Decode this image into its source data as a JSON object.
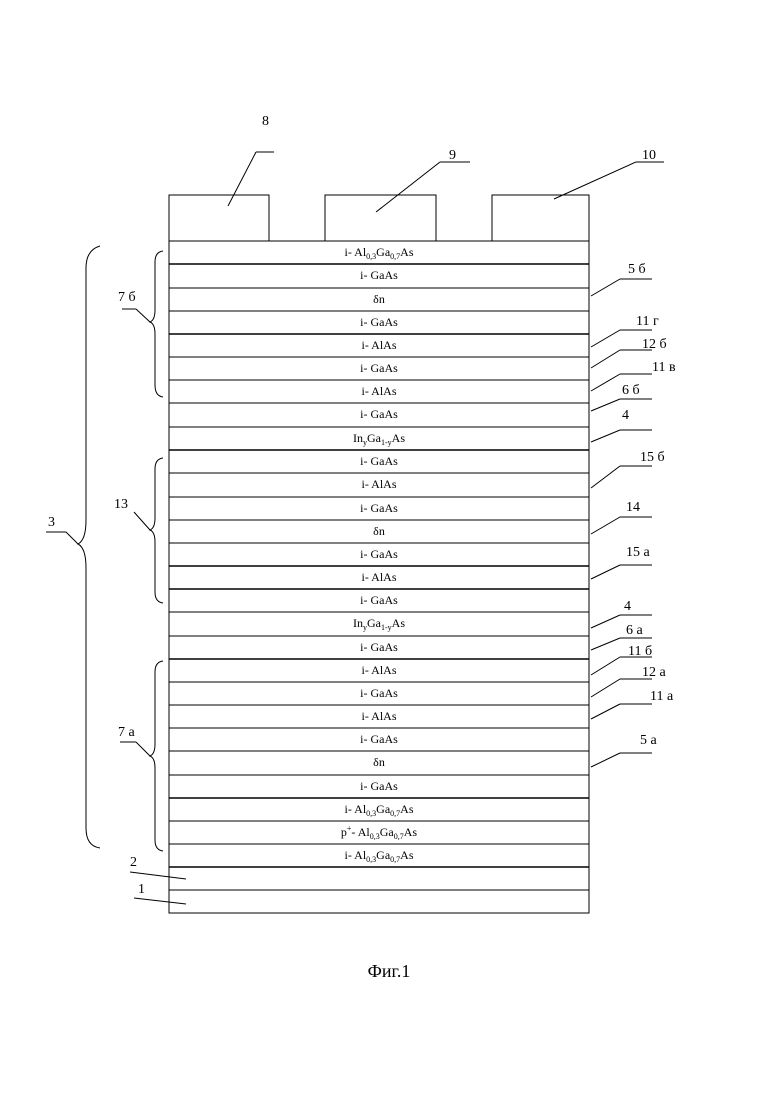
{
  "figure": {
    "caption": "Фиг.1"
  },
  "contacts": [
    {
      "num": "8",
      "name": "contact-8"
    },
    {
      "num": "9",
      "name": "contact-9"
    },
    {
      "num": "10",
      "name": "contact-10"
    }
  ],
  "layers": [
    {
      "parts": [
        [
          "i- Al",
          ""
        ],
        [
          "0,3",
          "sub"
        ],
        [
          "Ga",
          ""
        ],
        [
          "0,7",
          "sub"
        ],
        [
          "As",
          ""
        ]
      ]
    },
    {
      "parts": [
        [
          "i- GaAs",
          ""
        ]
      ]
    },
    {
      "parts": [
        [
          "δn",
          ""
        ]
      ]
    },
    {
      "parts": [
        [
          "i- GaAs",
          ""
        ]
      ]
    },
    {
      "parts": [
        [
          "i- AlAs",
          ""
        ]
      ]
    },
    {
      "parts": [
        [
          "i- GaAs",
          ""
        ]
      ]
    },
    {
      "parts": [
        [
          "i- AlAs",
          ""
        ]
      ]
    },
    {
      "parts": [
        [
          "i- GaAs",
          ""
        ]
      ]
    },
    {
      "parts": [
        [
          "In",
          ""
        ],
        [
          "y",
          "sub"
        ],
        [
          "Ga",
          ""
        ],
        [
          "1-y",
          "sub"
        ],
        [
          "As",
          ""
        ]
      ]
    },
    {
      "parts": [
        [
          "i- GaAs",
          ""
        ]
      ]
    },
    {
      "parts": [
        [
          "i- AlAs",
          ""
        ]
      ]
    },
    {
      "parts": [
        [
          "i- GaAs",
          ""
        ]
      ]
    },
    {
      "parts": [
        [
          "δn",
          ""
        ]
      ]
    },
    {
      "parts": [
        [
          "i- GaAs",
          ""
        ]
      ]
    },
    {
      "parts": [
        [
          "i- AlAs",
          ""
        ]
      ]
    },
    {
      "parts": [
        [
          "i- GaAs",
          ""
        ]
      ]
    },
    {
      "parts": [
        [
          "In",
          ""
        ],
        [
          "y",
          "sub"
        ],
        [
          "Ga",
          ""
        ],
        [
          "1-y",
          "sub"
        ],
        [
          "As",
          ""
        ]
      ]
    },
    {
      "parts": [
        [
          "i- GaAs",
          ""
        ]
      ]
    },
    {
      "parts": [
        [
          "i- AlAs",
          ""
        ]
      ]
    },
    {
      "parts": [
        [
          "i- GaAs",
          ""
        ]
      ]
    },
    {
      "parts": [
        [
          "i- AlAs",
          ""
        ]
      ]
    },
    {
      "parts": [
        [
          "i- GaAs",
          ""
        ]
      ]
    },
    {
      "parts": [
        [
          "δn",
          ""
        ]
      ]
    },
    {
      "parts": [
        [
          "i- GaAs",
          ""
        ]
      ]
    },
    {
      "parts": [
        [
          "i- Al",
          ""
        ],
        [
          "0,3",
          "sub"
        ],
        [
          "Ga",
          ""
        ],
        [
          "0,7",
          "sub"
        ],
        [
          "As",
          ""
        ]
      ]
    },
    {
      "parts": [
        [
          "p",
          ""
        ],
        [
          "+",
          "sup"
        ],
        [
          "- Al",
          ""
        ],
        [
          "0,3",
          "sub"
        ],
        [
          "Ga",
          ""
        ],
        [
          "0,7",
          "sub"
        ],
        [
          "As",
          ""
        ]
      ]
    },
    {
      "parts": [
        [
          "i- Al",
          ""
        ],
        [
          "0,3",
          "sub"
        ],
        [
          "Ga",
          ""
        ],
        [
          "0,7",
          "sub"
        ],
        [
          "As",
          ""
        ]
      ]
    },
    {
      "parts": []
    },
    {
      "parts": []
    }
  ],
  "right_labels": [
    "5 б",
    "11 г",
    "12 б",
    "11 в",
    "6 б",
    "4",
    "15 б",
    "14",
    "15 а",
    "4",
    "6 а",
    "11 б",
    "12 а",
    "11 а",
    "5 а"
  ],
  "left_labels": [
    "7 б",
    "13",
    "7 а",
    "3"
  ],
  "bottom_labels": [
    "2",
    "1"
  ]
}
